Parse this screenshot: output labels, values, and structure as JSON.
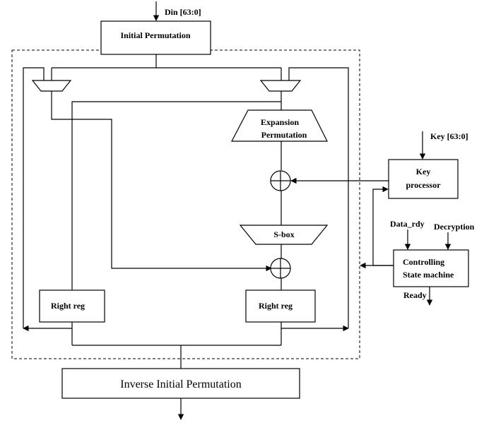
{
  "inputs": {
    "din": "Din [63:0]",
    "key": "Key [63:0]",
    "data_rdy": "Data_rdy",
    "decryption": "Decryption"
  },
  "outputs": {
    "ready": "Ready"
  },
  "blocks": {
    "initial_permutation": "Initial Permutation",
    "expansion_line1": "Expansion",
    "expansion_line2": "Permutation",
    "sbox": "S-box",
    "right_reg_left": "Right reg",
    "right_reg_right": "Right reg",
    "key_processor_line1": "Key",
    "key_processor_line2": "processor",
    "controller_line1": "Controlling",
    "controller_line2": "State machine",
    "inverse_permutation": "Inverse Initial Permutation"
  }
}
